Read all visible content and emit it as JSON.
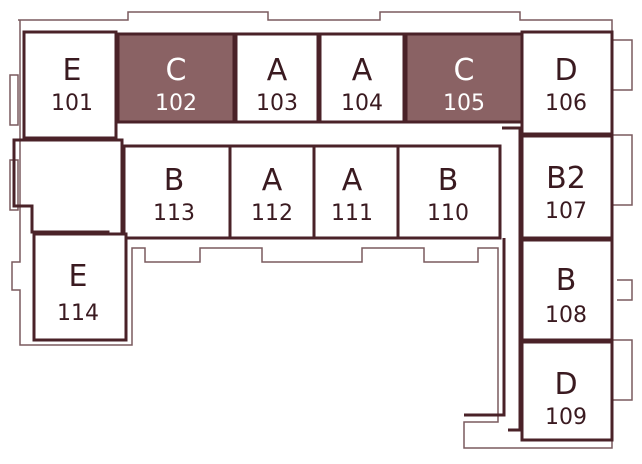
{
  "colors": {
    "wall": "#4a2228",
    "thin_wall": "#7a5a5e",
    "highlight_fill": "#8a6264",
    "unit_fill": "#ffffff",
    "text_dark": "#3a1a20",
    "text_light": "#ffffff"
  },
  "units": [
    {
      "type": "E",
      "number": "101",
      "highlighted": false
    },
    {
      "type": "C",
      "number": "102",
      "highlighted": true
    },
    {
      "type": "A",
      "number": "103",
      "highlighted": false
    },
    {
      "type": "A",
      "number": "104",
      "highlighted": false
    },
    {
      "type": "C",
      "number": "105",
      "highlighted": true
    },
    {
      "type": "D",
      "number": "106",
      "highlighted": false
    },
    {
      "type": "B2",
      "number": "107",
      "highlighted": false
    },
    {
      "type": "B",
      "number": "108",
      "highlighted": false
    },
    {
      "type": "D",
      "number": "109",
      "highlighted": false
    },
    {
      "type": "B",
      "number": "110",
      "highlighted": false
    },
    {
      "type": "A",
      "number": "111",
      "highlighted": false
    },
    {
      "type": "A",
      "number": "112",
      "highlighted": false
    },
    {
      "type": "B",
      "number": "113",
      "highlighted": false
    },
    {
      "type": "E",
      "number": "114",
      "highlighted": false
    }
  ]
}
